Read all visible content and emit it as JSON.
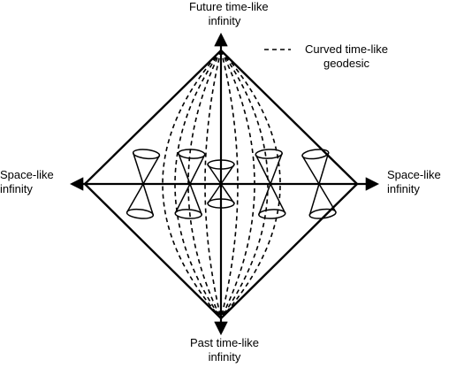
{
  "labels": {
    "future_line1": "Future time-like",
    "future_line2": "infinity",
    "past_line1": "Past time-like",
    "past_line2": "infinity",
    "left_line1": "Space-like",
    "left_line2": "infinity",
    "right_line1": "Space-like",
    "right_line2": "infinity"
  },
  "legend": {
    "line1": "Curved time-like",
    "line2": "geodesic",
    "style": "dashed"
  },
  "colors": {
    "stroke": "#000000",
    "background": "#ffffff"
  }
}
